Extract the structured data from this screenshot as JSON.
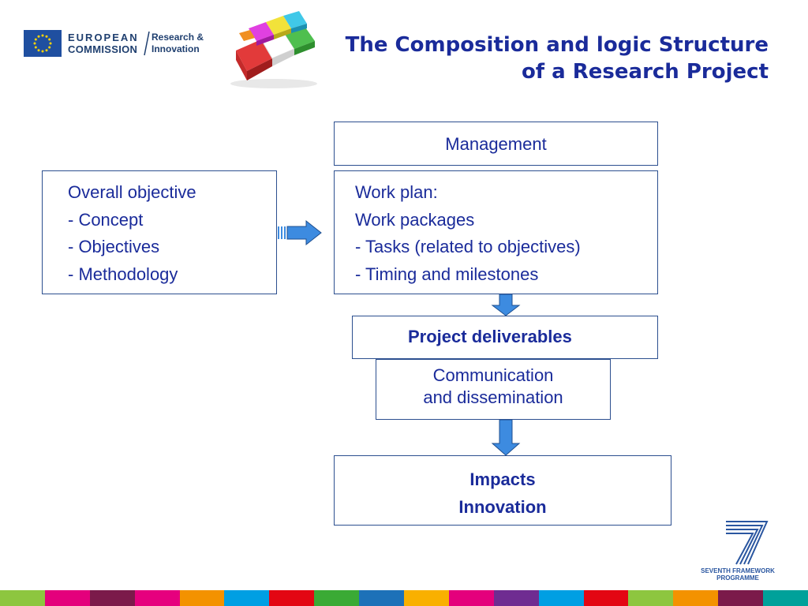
{
  "header": {
    "logo": {
      "org_line1": "EUROPEAN",
      "org_line2": "COMMISSION",
      "dg_line1": "Research &",
      "dg_line2": "Innovation"
    },
    "title_line1": "The Composition and logic Structure",
    "title_line2": "of a Research Project"
  },
  "diagram": {
    "overall": {
      "heading": "Overall objective",
      "items": [
        "- Concept",
        "- Objectives",
        "- Methodology"
      ]
    },
    "management": "Management",
    "workplan": {
      "line1": "Work plan:",
      "line2": "Work packages",
      "line3": "- Tasks (related to objectives)",
      "line4": "- Timing and milestones"
    },
    "deliverables": "Project deliverables",
    "communication": {
      "line1": "Communication",
      "line2": "and dissemination"
    },
    "impacts": {
      "line1": "Impacts",
      "line2": "Innovation"
    }
  },
  "footer": {
    "fp7_line1": "SEVENTH FRAMEWORK",
    "fp7_line2": "PROGRAMME",
    "strip_colors": [
      "#8dc63f",
      "#e4007c",
      "#7b1a4a",
      "#e6007e",
      "#f39200",
      "#009fe3",
      "#e30613",
      "#3aaa35",
      "#1d71b8",
      "#f9b000",
      "#e4007c",
      "#6f2c91",
      "#009fe3",
      "#e30613",
      "#8dc63f",
      "#f39200",
      "#7b1a4a",
      "#00a19a"
    ]
  },
  "colors": {
    "title": "#1a2b9a",
    "box_border": "#2c4f8f",
    "arrow": "#3d8be0"
  }
}
